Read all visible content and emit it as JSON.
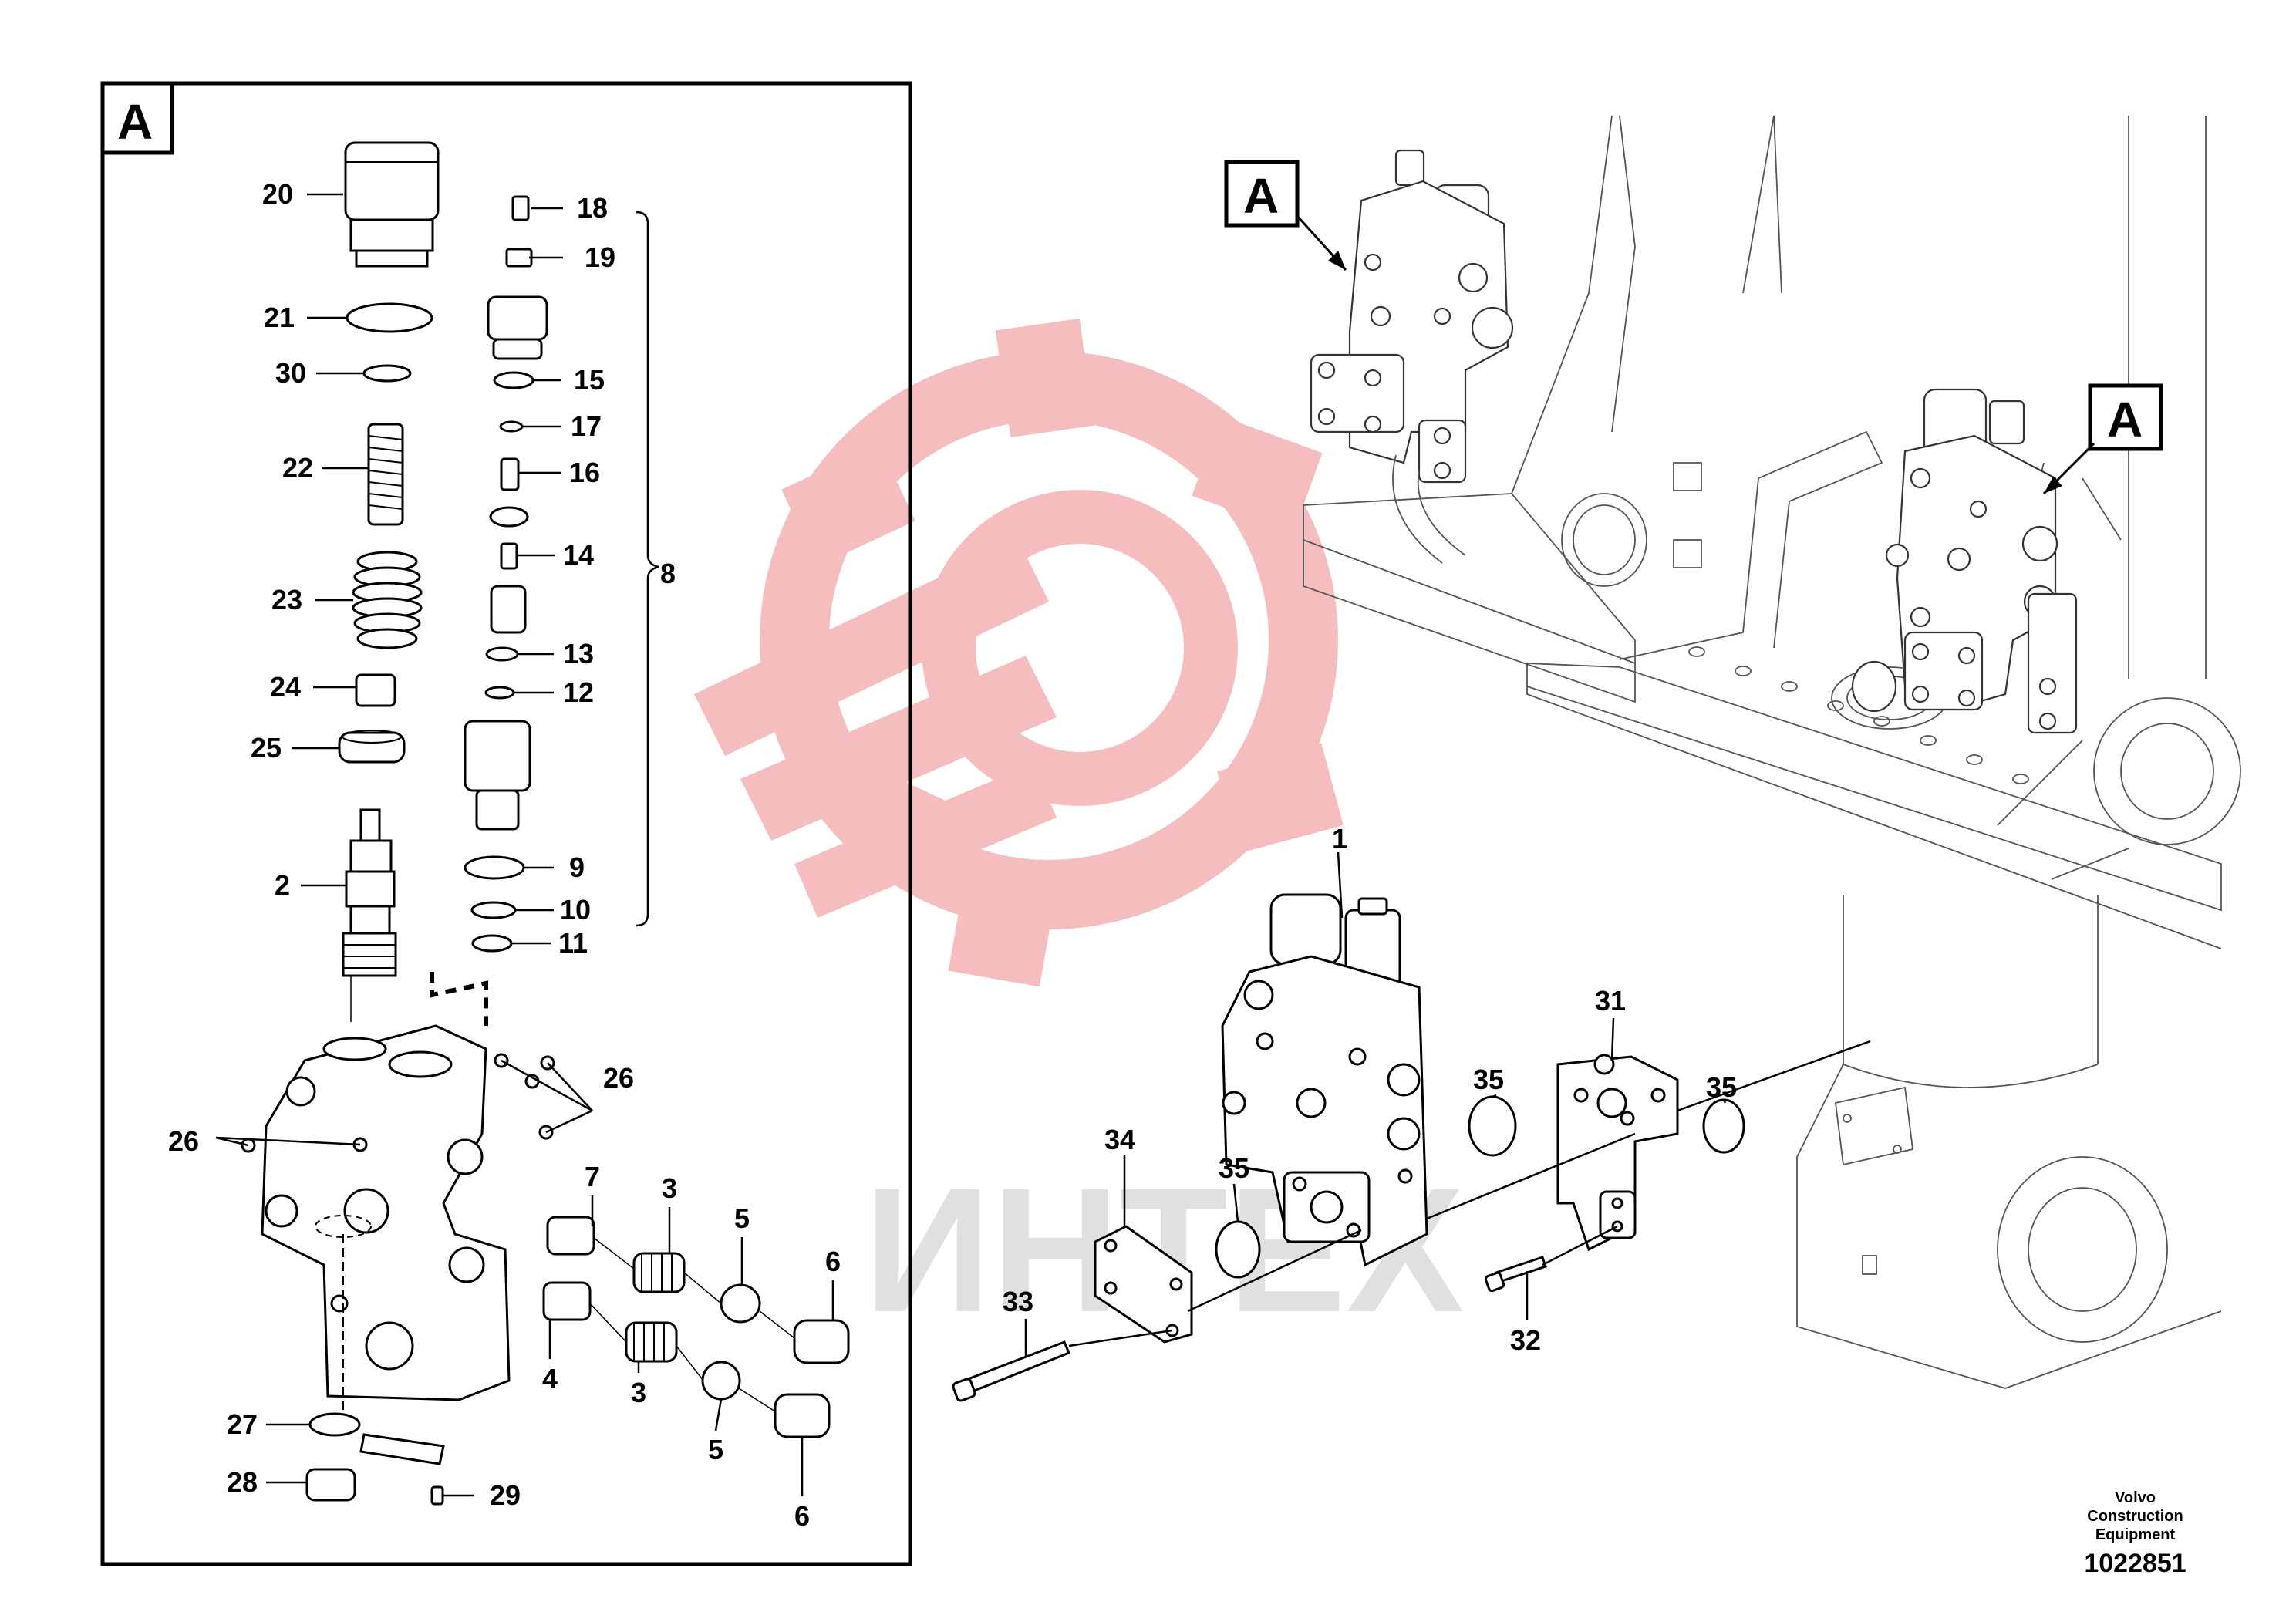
{
  "detail_label": "A",
  "callout_labels": [
    "A",
    "A"
  ],
  "watermark_text": "ИНТЕХ",
  "colors": {
    "watermark": "#f2a3a3",
    "watermark_text": "#d9d9d9",
    "ink": "#000000"
  },
  "parts": [
    "1",
    "2",
    "3",
    "4",
    "5",
    "6",
    "7",
    "8",
    "9",
    "10",
    "11",
    "12",
    "13",
    "14",
    "15",
    "16",
    "17",
    "18",
    "19",
    "20",
    "21",
    "22",
    "23",
    "24",
    "25",
    "26",
    "27",
    "28",
    "29",
    "30",
    "31",
    "32",
    "33",
    "34",
    "35"
  ],
  "footer": {
    "maker": "Volvo Construction Equipment",
    "code": "1022851"
  }
}
